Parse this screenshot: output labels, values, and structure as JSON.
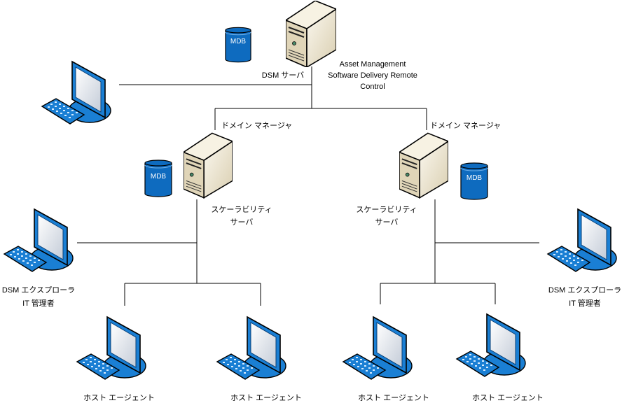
{
  "colors": {
    "monitor": "#1a7fd4",
    "server": "#e6dcc0",
    "database": "#0e6bbf",
    "line": "#000000"
  },
  "dsm_server": {
    "label": "DSM サーバ",
    "icon": "server-icon",
    "db_label": "MDB",
    "features": [
      "Asset Management",
      "Software Delivery Remote",
      "Control"
    ]
  },
  "domain_managers": [
    {
      "label": "ドメイン マネージャ"
    },
    {
      "label": "ドメイン マネージャ"
    }
  ],
  "scalability_servers": [
    {
      "label_line1": "スケーラビリティ",
      "label_line2": "サーバ",
      "db_label": "MDB"
    },
    {
      "label_line1": "スケーラビリティ",
      "label_line2": "サーバ",
      "db_label": "MDB"
    }
  ],
  "explorers": [
    {
      "label_line1": "DSM エクスプローラ",
      "label_line2": "IT 管理者"
    },
    {
      "label_line1": "DSM エクスプローラ",
      "label_line2": "IT 管理者"
    }
  ],
  "host_agents": [
    {
      "label": "ホスト エージェント"
    },
    {
      "label": "ホスト エージェント"
    },
    {
      "label": "ホスト エージェント"
    },
    {
      "label": "ホスト エージェント"
    }
  ]
}
